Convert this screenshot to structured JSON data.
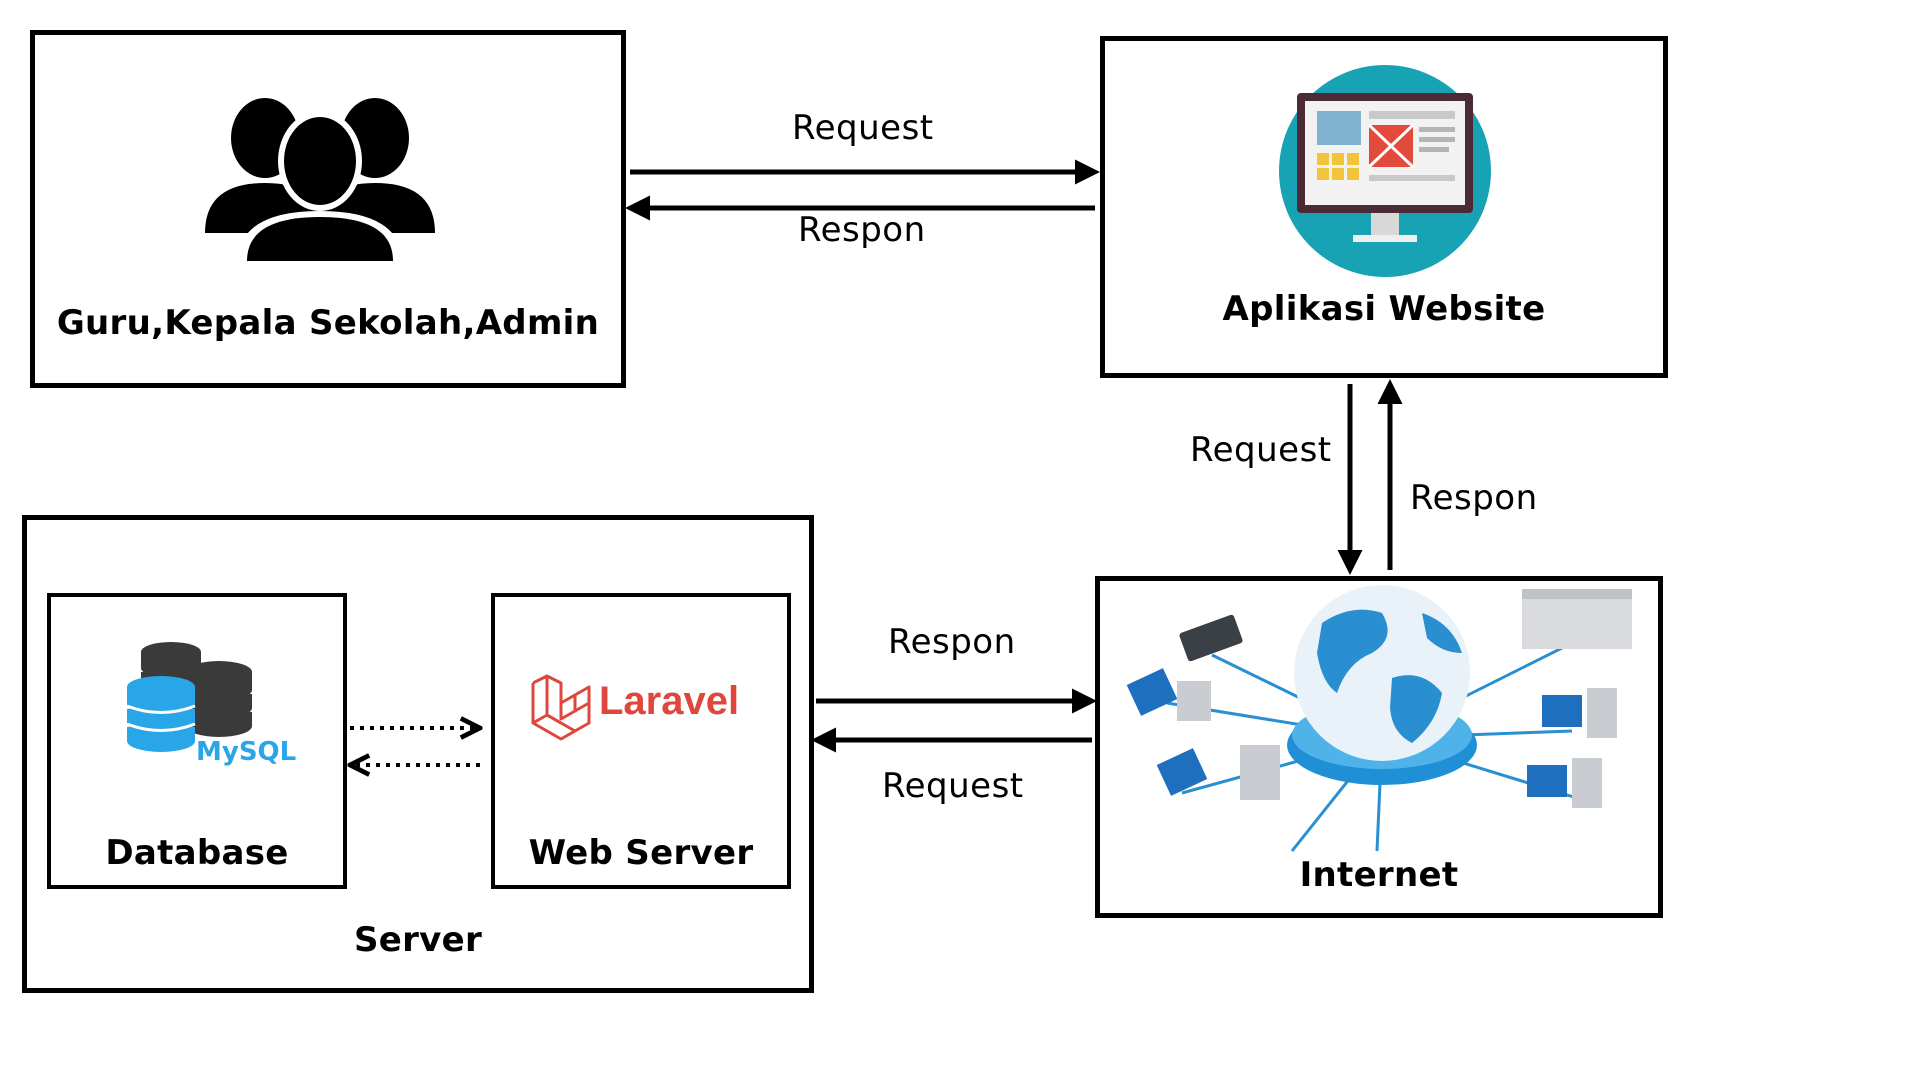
{
  "nodes": {
    "users": {
      "label": "Guru,Kepala Sekolah,Admin",
      "icon": "users-group-icon"
    },
    "website": {
      "label": "Aplikasi Website",
      "icon": "website-monitor-icon"
    },
    "internet": {
      "label": "Internet",
      "icon": "globe-network-icon"
    },
    "server": {
      "label": "Server"
    },
    "database": {
      "label": "Database",
      "icon": "mysql-logo",
      "logo_text": "MySQL"
    },
    "webserver": {
      "label": "Web Server",
      "icon": "laravel-logo",
      "logo_text": "Laravel"
    }
  },
  "edges": {
    "users_to_website": "Request",
    "website_to_users": "Respon",
    "website_to_internet": "Request",
    "internet_to_website": "Respon",
    "internet_to_server": "Request",
    "server_to_internet": "Respon"
  },
  "colors": {
    "line": "#000000",
    "mysql_blue": "#29a6e8",
    "mysql_gray": "#3a3a3a",
    "laravel_red": "#e0473c",
    "globe_blue": "#1f8fd6",
    "teal": "#18a3b5"
  }
}
